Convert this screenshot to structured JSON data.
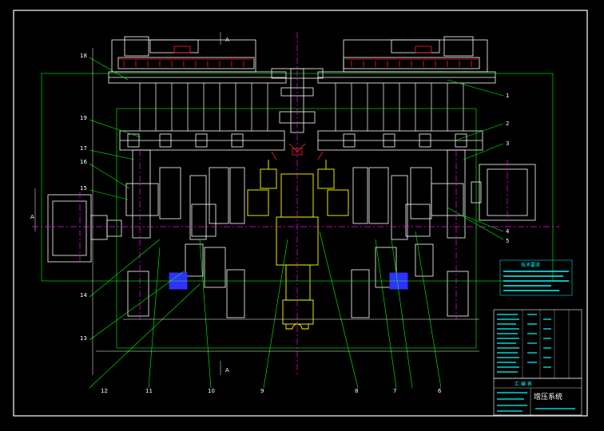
{
  "drawing": {
    "title_block_name": "增压系统",
    "title_block_sub": "汇 编 表",
    "tech_req_title": "技术要求",
    "section_mark_top": "A",
    "section_mark_bottom": "A",
    "side_mark": "A",
    "colors": {
      "background": "#000000",
      "frame": "#ffffff",
      "geometry": "#ffffff",
      "centerline": "#ff00ff",
      "leader": "#00ff00",
      "yellow_part": "#ffff00",
      "red_detail": "#ff2020",
      "blue_part": "#3030ff",
      "cyan_text": "#00ffff"
    },
    "balloons_left": [
      "18",
      "19",
      "17",
      "16",
      "15",
      "14",
      "13"
    ],
    "balloons_right": [
      "1",
      "2",
      "3",
      "4",
      "5"
    ],
    "balloons_bottom": [
      "12",
      "11",
      "10",
      "9",
      "8",
      "7",
      "6"
    ]
  }
}
